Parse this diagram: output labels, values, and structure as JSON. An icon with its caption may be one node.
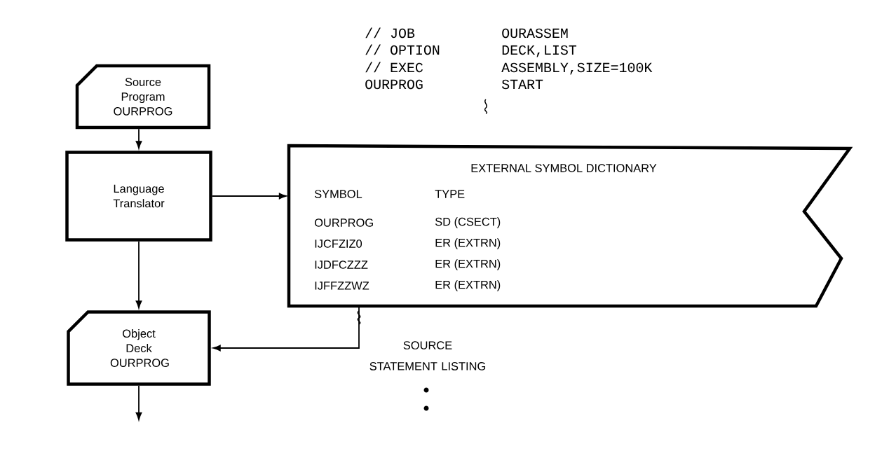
{
  "diagram": {
    "nodes": [
      {
        "text": [
          "Source Program OURPROG"
        ]
      },
      {
        "text": [
          "Language Translator"
        ]
      },
      {
        "text": [
          "Object Deck OURPROG"
        ]
      },
      {
        "text": [
          "EXTERNAL SYMBOL DICTIONARY",
          "SYMBOL",
          "TYPE",
          "OURPROG",
          "SD (CSECT)",
          "IJCFZIZ0",
          "ER (EXTRN)",
          "IJDFCZZZ",
          "ER (EXTRN)",
          "IJFFZZWZ",
          "ER (EXTRN)"
        ]
      }
    ],
    "edges": [
      {
        "from": 0,
        "to": 1,
        "arrow": "to"
      },
      {
        "from": 1,
        "to": 2,
        "arrow": "to"
      },
      {
        "from": 1,
        "to": 3,
        "arrow": "to"
      },
      {
        "from": 3,
        "to": 2,
        "arrow": "to"
      },
      {
        "from": 2,
        "to": null,
        "arrow": "to"
      }
    ],
    "labels": [
      "// JOB",
      "OURASSEM",
      "// OPTION",
      "DECK,LIST",
      "// EXEC",
      "ASSEMBLY,SIZE=100K",
      "OURPROG",
      "START",
      "SOURCE STATEMENT LISTING"
    ]
  }
}
